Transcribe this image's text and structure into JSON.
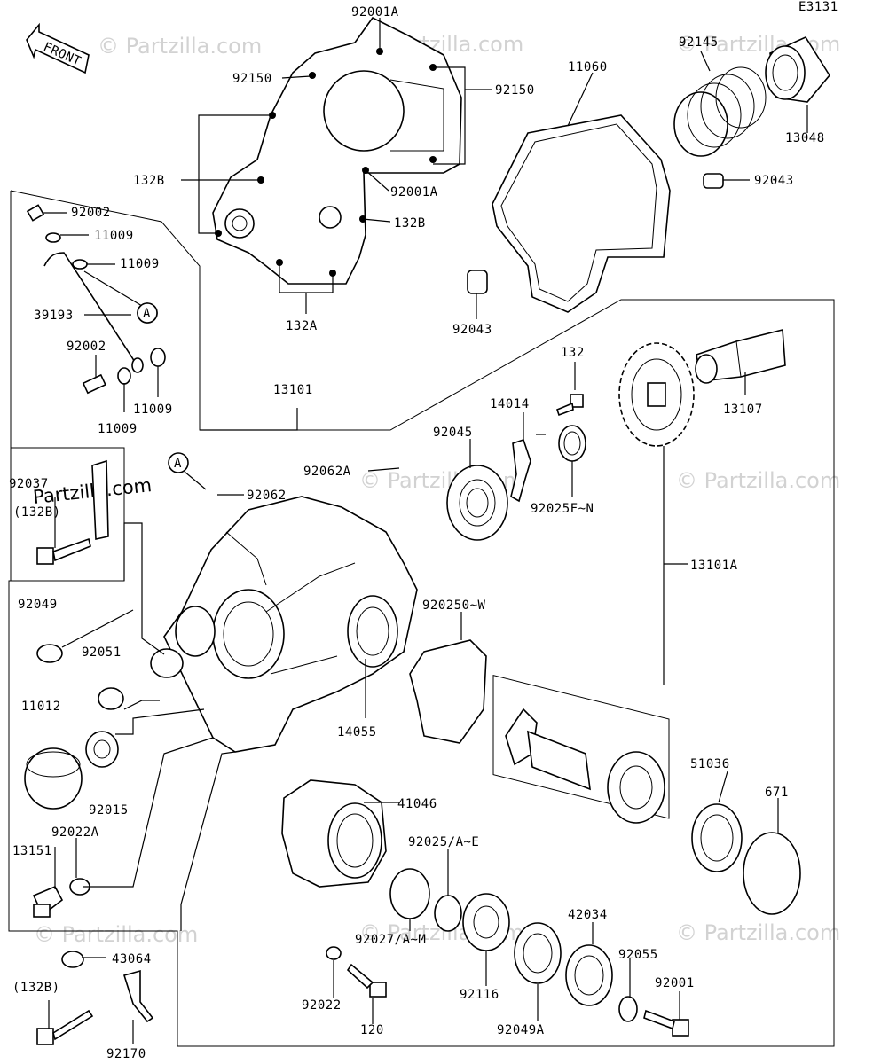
{
  "diagram_code": "E3131",
  "front_label": "FRONT",
  "watermark": "© Partzilla.com",
  "overlay_watermark": "Partzilla.com",
  "callouts": {
    "A": "A",
    "p92001A_top": "92001A",
    "p92150_left": "92150",
    "p92150_right": "92150",
    "p132B_left": "132B",
    "p92001A_mid": "92001A",
    "p132B_right": "132B",
    "p132A": "132A",
    "p11060": "11060",
    "p92145": "92145",
    "p13048": "13048",
    "p92043_top": "92043",
    "p92043_bottom": "92043",
    "p92002_top": "92002",
    "p11009_a": "11009",
    "p11009_b": "11009",
    "p39193": "39193",
    "p92002_bottom": "92002",
    "p11009_c": "11009",
    "p11009_d": "11009",
    "p13101": "13101",
    "p132": "132",
    "p14014": "14014",
    "p92045": "92045",
    "p13107": "13107",
    "p92062A": "92062A",
    "p92062": "92062",
    "p92025F_N": "92025F~N",
    "p92037": "92037",
    "p132B_paren_top": "(132B)",
    "p13101A": "13101A",
    "p92049": "92049",
    "p920250_W": "920250~W",
    "p92051": "92051",
    "p11012": "11012",
    "p14055": "14055",
    "p92015": "92015",
    "p51036": "51036",
    "p671": "671",
    "p41046": "41046",
    "p92022A": "92022A",
    "p92025A_E": "92025/A~E",
    "p13151": "13151",
    "p92027A_M": "92027/A~M",
    "p42034": "42034",
    "p43064": "43064",
    "p92055": "92055",
    "p132B_paren_bottom": "(132B)",
    "p92001": "92001",
    "p92022": "92022",
    "p92116": "92116",
    "p92049A": "92049A",
    "p120": "120",
    "p92170": "92170"
  }
}
